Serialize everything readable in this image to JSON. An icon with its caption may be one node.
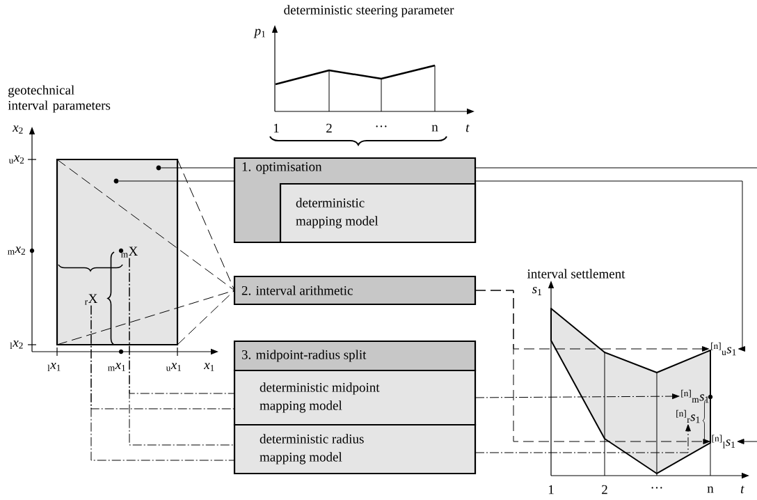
{
  "diagram": {
    "nodes": [
      {
        "text": [],
        "shape": "box"
      },
      {
        "text": [],
        "shape": "circle",
        "in": 0
      },
      {
        "text": [],
        "shape": "circle",
        "in": 0
      },
      {
        "text": [
          "$_{m}$X"
        ],
        "in": 0
      },
      {
        "text": [
          "$_{r}$X"
        ],
        "in": 0
      },
      {
        "text": [
          "1. optimisation"
        ]
      },
      {
        "text": [
          "deterministic mapping model"
        ],
        "in": 5
      },
      {
        "text": [
          "2. interval arithmetic"
        ]
      },
      {
        "text": [
          "3. midpoint-radius split"
        ]
      },
      {
        "text": [
          "deterministic midpoint mapping model"
        ]
      },
      {
        "text": [
          "deterministic radius mapping model"
        ]
      },
      {
        "text": [
          "$^{[n]}$$_{u}$*s*$_{1}$"
        ]
      },
      {
        "text": [
          "$^{[n]}$$_{m}$*s*$_{1}$"
        ]
      },
      {
        "text": [
          "$^{[n]}$$_{r}$*s*$_{1}$"
        ]
      },
      {
        "text": [
          "$^{[n]}$$_{l}$*s*$_{1}$"
        ]
      }
    ],
    "edges": [
      {
        "from": 1,
        "to": 5,
        "arrow": "none"
      },
      {
        "from": 2,
        "to": 5,
        "arrow": "none"
      },
      {
        "from": 5,
        "to": 11,
        "arrow": "to"
      },
      {
        "from": 5,
        "to": 14,
        "arrow": "to"
      },
      {
        "from": 0,
        "to": 7,
        "arrow": "none",
        "style": "dashed"
      },
      {
        "from": 0,
        "to": 7,
        "arrow": "none",
        "style": "dashed"
      },
      {
        "from": 0,
        "to": 7,
        "arrow": "none",
        "style": "dashed"
      },
      {
        "from": 0,
        "to": 7,
        "arrow": "none",
        "style": "dashed"
      },
      {
        "from": 7,
        "to": 11,
        "arrow": "to",
        "style": "dashed"
      },
      {
        "from": 7,
        "to": 14,
        "arrow": "to",
        "style": "dashed"
      },
      {
        "from": 3,
        "to": 9,
        "arrow": "none",
        "style": "dashed"
      },
      {
        "from": 4,
        "to": 9,
        "arrow": "none",
        "style": "dashed"
      },
      {
        "from": 3,
        "to": 10,
        "arrow": "none",
        "style": "dashed"
      },
      {
        "from": 4,
        "to": 10,
        "arrow": "none",
        "style": "dashed"
      },
      {
        "from": 9,
        "to": 12,
        "arrow": "to",
        "style": "dashed"
      },
      {
        "from": 10,
        "to": 13,
        "arrow": "to",
        "style": "dashed"
      }
    ],
    "labels": [
      "deterministic steering parameter",
      "*p*$_{1}$",
      "1",
      "2",
      "···",
      "n",
      "*t*",
      "geotechnical interval parameters",
      "*x*$_{2}$",
      "$_{u}$*x*$_{2}$",
      "$_{m}$*x*$_{2}$",
      "$_{l}$*x*$_{2}$",
      "$_{l}$*x*$_{1}$",
      "$_{m}$*x*$_{1}$",
      "$_{u}$*x*$_{1}$",
      "*x*$_{1}$",
      "interval settlement",
      "*s*$_{1}$",
      "1",
      "2",
      "···",
      "n",
      "*t*"
    ]
  }
}
